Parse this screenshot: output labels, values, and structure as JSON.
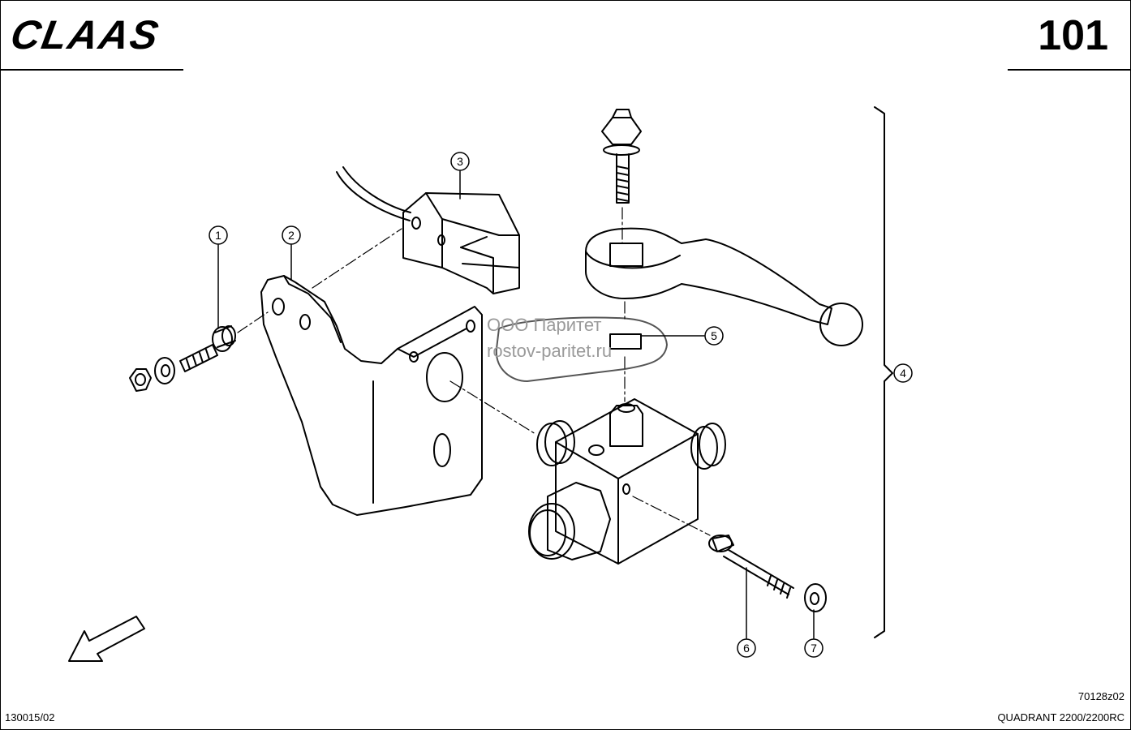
{
  "header": {
    "brand": "CLAAS",
    "page_number": "101"
  },
  "footer": {
    "left_code": "130015/02",
    "drawing_number": "70128z02",
    "model": "QUADRANT 2200/2200RC"
  },
  "watermark": {
    "line1": "ООО Паритет",
    "line2": "rostov-paritet.ru"
  },
  "callouts": [
    {
      "id": "1"
    },
    {
      "id": "2"
    },
    {
      "id": "3"
    },
    {
      "id": "4"
    },
    {
      "id": "5"
    },
    {
      "id": "6"
    },
    {
      "id": "7"
    }
  ],
  "icons": {
    "direction": "direction-arrow-icon"
  }
}
